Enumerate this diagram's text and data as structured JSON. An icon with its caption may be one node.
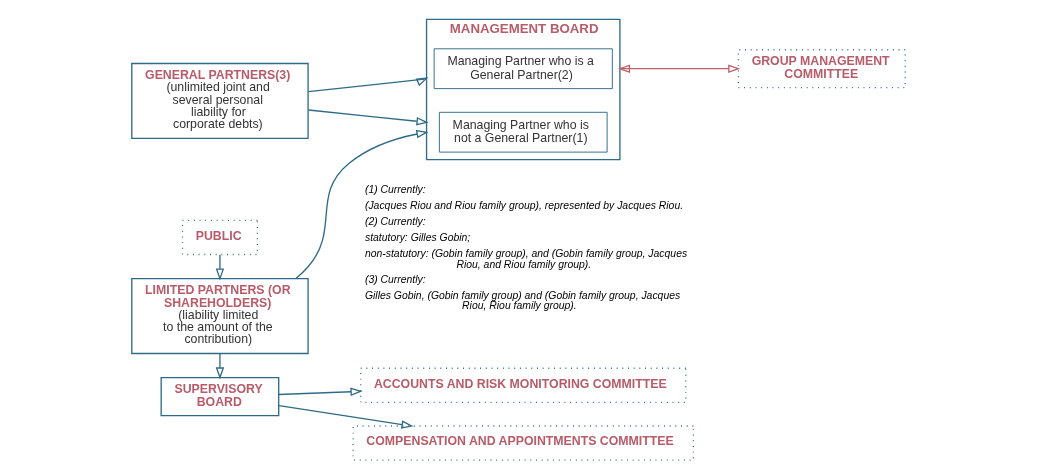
{
  "diagram": {
    "nodes": [
      {
        "text": [
          "SUPERVISORY BOARD"
        ]
      },
      {
        "text": [
          "ACCOUNTS AND RISK MONITORING COMMITTEE"
        ]
      },
      {
        "text": [
          "COMPENSATION AND APPOINTMENTS COMMITTEE"
        ]
      },
      {
        "text": [
          "LIMITED PARTNERS (OR SHAREHOLDERS)",
          "(liability limited to the amount of the contribution)"
        ]
      },
      {
        "text": [
          "PUBLIC"
        ]
      },
      {
        "text": [
          "MANAGEMENT BOARD"
        ]
      },
      {
        "text": [
          "Managing Partner who is not a General Partner(1)"
        ],
        "in": 5
      },
      {
        "text": [
          "Managing Partner who is a General Partner(2)"
        ],
        "in": 5
      },
      {
        "text": [
          "GROUP MANAGEMENT COMMITTEE"
        ]
      },
      {
        "text": [
          "GENERAL PARTNERS(3)",
          "(unlimited joint and several personal liability for corporate debts)"
        ]
      }
    ],
    "edges": [
      {
        "from": 0,
        "to": 1,
        "arrow": "to"
      },
      {
        "from": 0,
        "to": 2,
        "arrow": "to"
      },
      {
        "from": 3,
        "to": 0,
        "arrow": "to"
      },
      {
        "from": 4,
        "to": 3,
        "arrow": "to"
      },
      {
        "from": 3,
        "to": 5,
        "arrow": "to"
      },
      {
        "from": 9,
        "to": 5,
        "arrow": "to"
      },
      {
        "from": 9,
        "to": 5,
        "arrow": "to"
      },
      {
        "from": 5,
        "to": 8,
        "arrow": "both",
        "color": "#c0606a"
      }
    ],
    "labels": [
      "(1) Currently:",
      "(Jacques Riou and Riou family group), represented by Jacques Riou.",
      "(2) Currently:",
      "statutory: Gilles Gobin;",
      "non-statutory: (Gobin family group), and (Gobin family group, Jacques Riou, and Riou family group).",
      "(3) Currently:",
      "Gilles Gobin, (Gobin family group) and (Gobin family group, Jacques Riou, Riou family group)."
    ]
  }
}
